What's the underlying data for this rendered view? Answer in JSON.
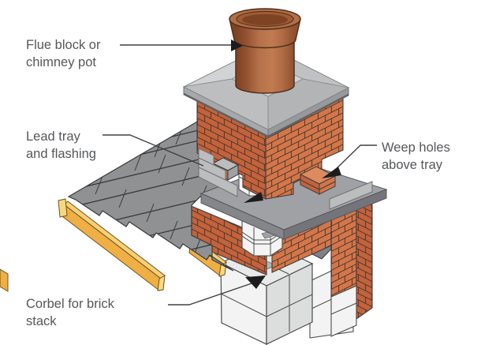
{
  "diagram": {
    "subject": "Cutaway illustration of a masonry chimney stack passing through a slated roof",
    "labels": {
      "flue_block": {
        "line1": "Flue block or",
        "line2": "chimney pot"
      },
      "lead_tray": {
        "line1": "Lead tray",
        "line2": "and flashing"
      },
      "weep_holes": {
        "line1": "Weep holes",
        "line2": "above tray"
      },
      "corbel": {
        "line1": "Corbel for brick",
        "line2": "stack"
      }
    }
  },
  "colors": {
    "brick_left": "#c4623c",
    "brick_right": "#d4764a",
    "brick_top": "#dd8a5f",
    "mortar": "#46362a",
    "outline": "#3c3c3e",
    "slate": "#8f9193",
    "slate_dark": "#7f8184",
    "slate_line": "#3a3a3c",
    "tray": "#9fa1a4",
    "tray_apron": "#84868a",
    "tray_apron_dark": "#73757a",
    "cap": "#c7c8ca",
    "cap_light": "#d2d3d5",
    "cap_side": "#a6a8ab",
    "pot_outline": "#4f2f1d",
    "flashing": "#bcbdbf",
    "timber": "#efaf45",
    "timber_top": "#f8cf72",
    "timber_end": "#f8d77f",
    "timber_outline": "#6b5420",
    "block_left": "#f3f3f3",
    "block_right": "#dcdddd",
    "block_top": "#e8e9e9",
    "block_line": "#4c4c4e",
    "flue_white": "#f4f4f4",
    "text": "#55575a",
    "leader": "#3f4043",
    "arrow": "#1c1c1c",
    "bg": "#ffffff"
  }
}
